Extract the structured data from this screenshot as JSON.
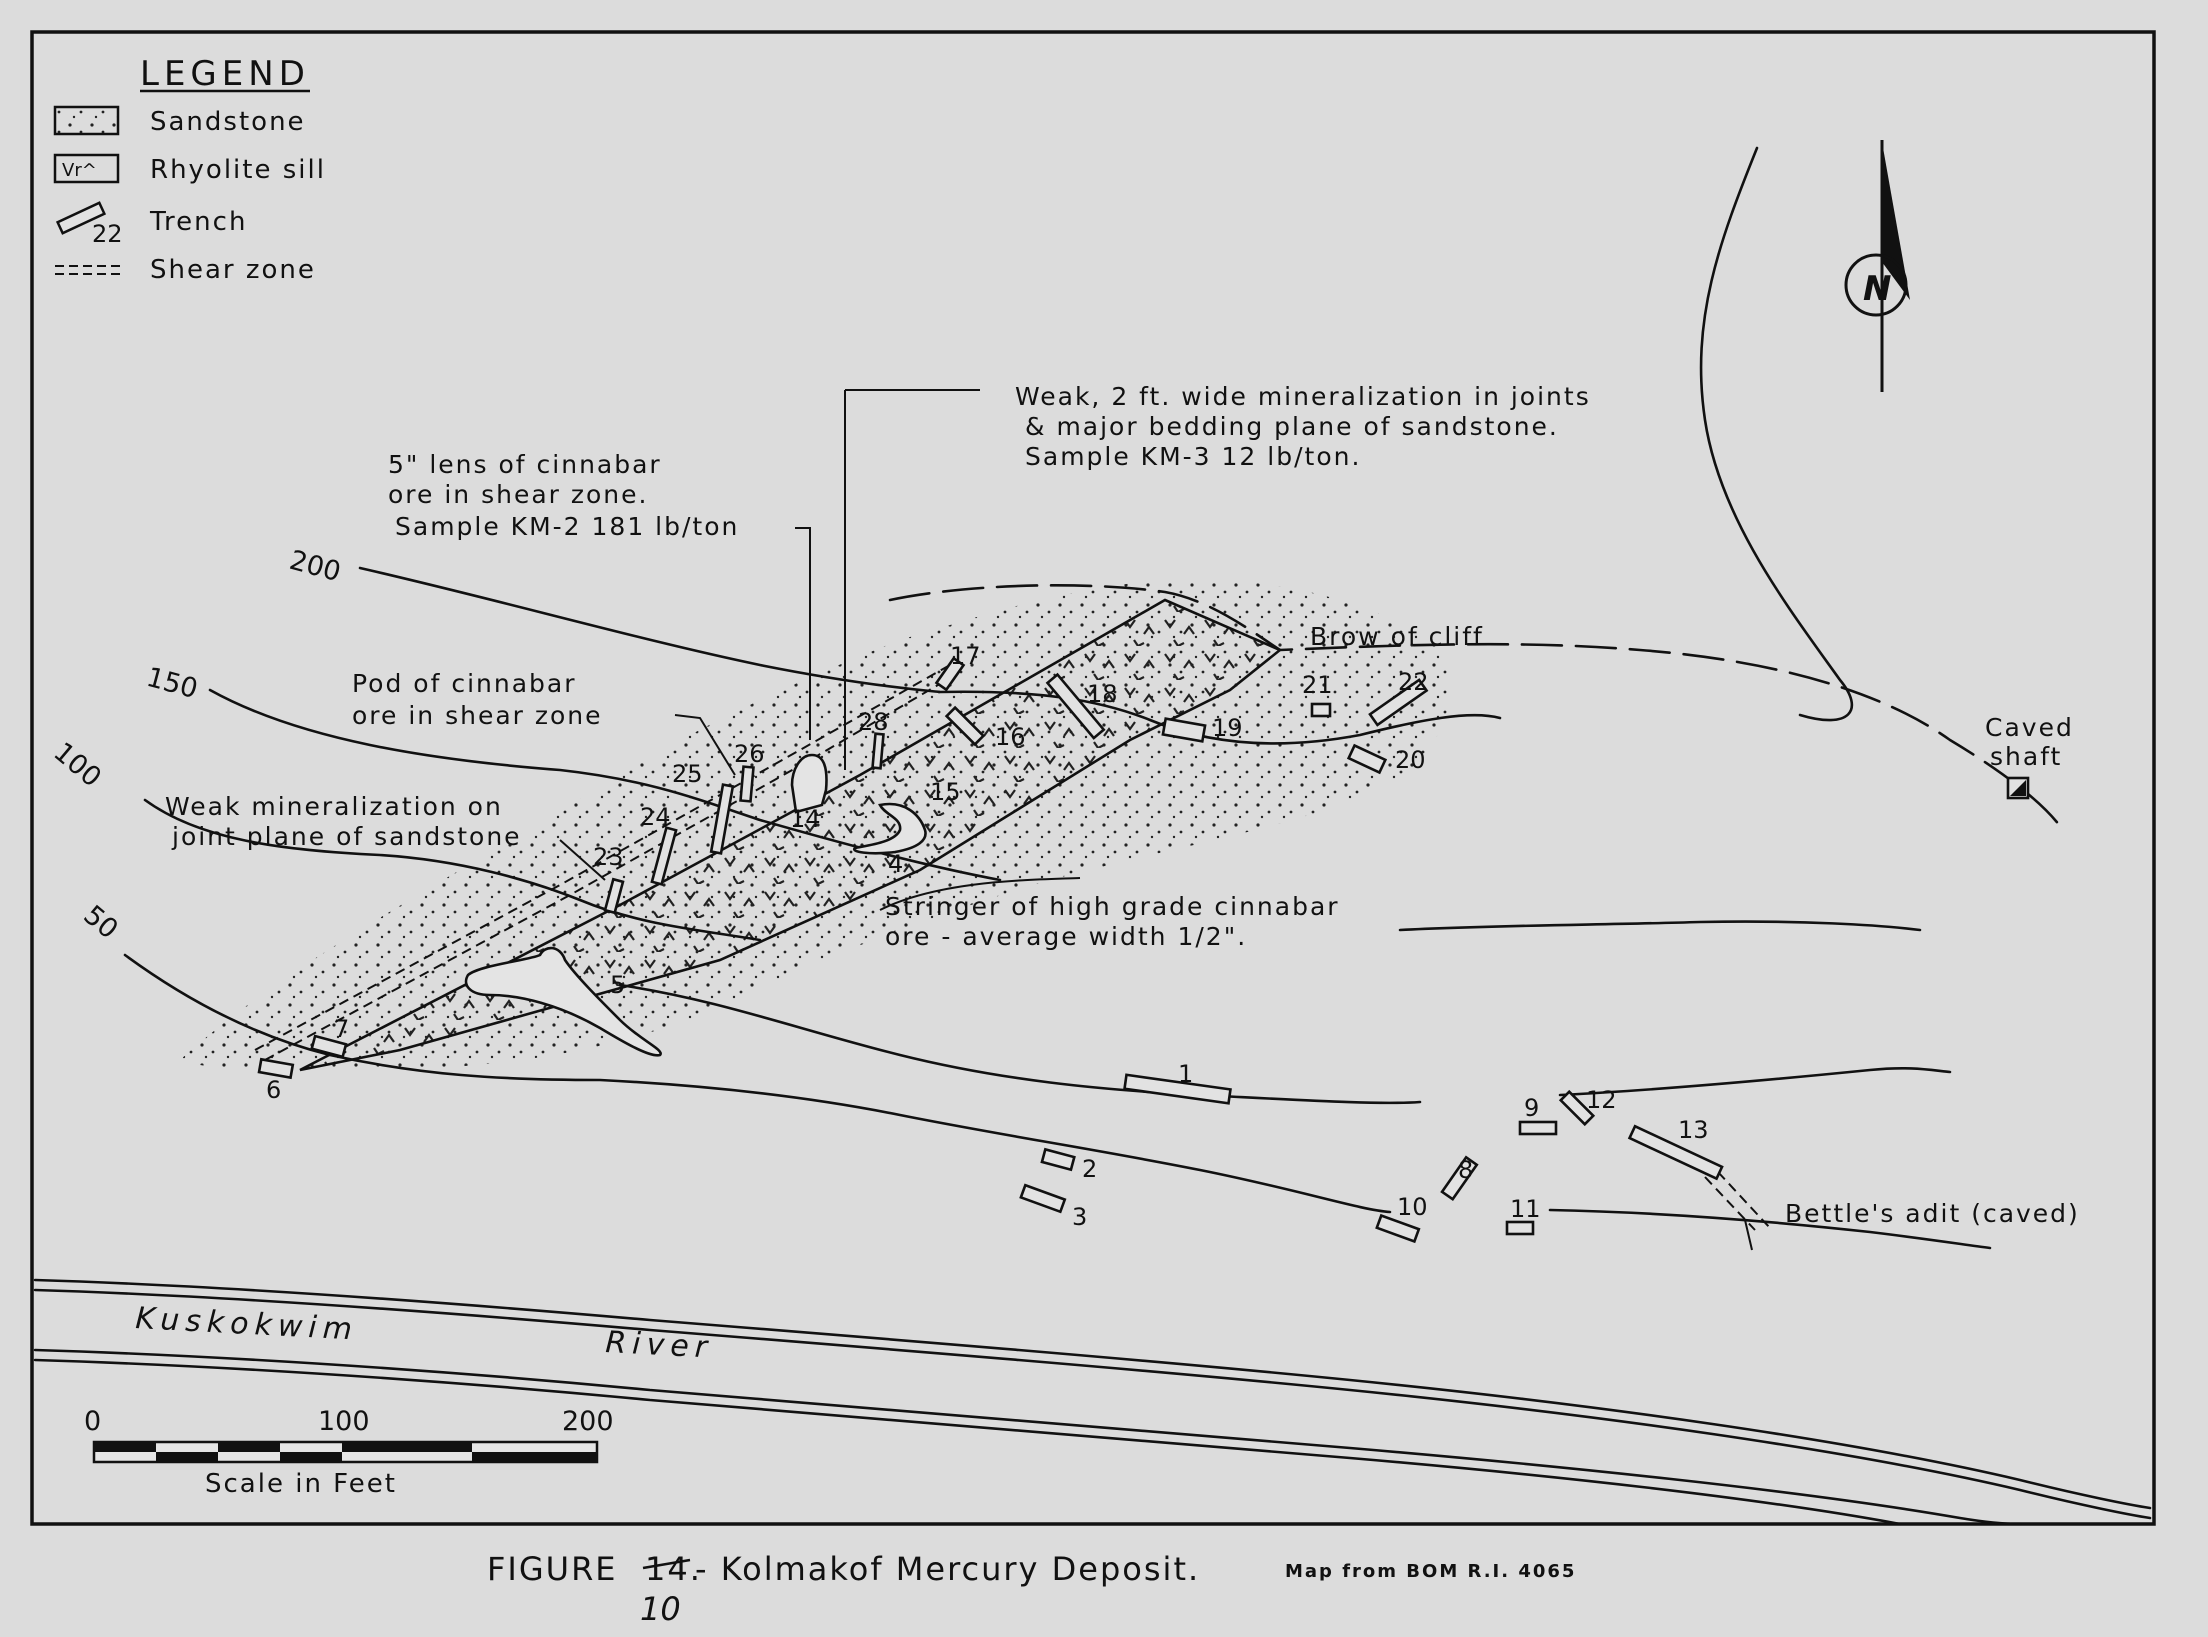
{
  "legend": {
    "title": "LEGEND",
    "items": [
      {
        "key": "sandstone",
        "label": "Sandstone"
      },
      {
        "key": "rhyolite",
        "label": "Rhyolite  sill",
        "symbol_text": "Vr^"
      },
      {
        "key": "trench",
        "label": "Trench",
        "symbol_text": "22"
      },
      {
        "key": "shear",
        "label": "Shear  zone"
      }
    ]
  },
  "north_arrow": {
    "label": "N"
  },
  "annotations": {
    "weak_2ft": [
      "Weak, 2 ft. wide mineralization in joints",
      "& major bedding plane of sandstone.",
      "Sample  KM-3   12 lb/ton."
    ],
    "lens": [
      "5\" lens  of  cinnabar",
      "ore  in  shear zone.",
      "Sample KM-2   181 lb/ton"
    ],
    "pod": [
      "Pod  of  cinnabar",
      "ore  in  shear zone"
    ],
    "weak_joint": [
      "Weak  mineralization  on",
      "joint plane of sandstone"
    ],
    "stringer": [
      "Stringer of high grade cinnabar",
      "ore - average  width  1/2\"."
    ],
    "brow": "Brow   of   cliff",
    "caved_shaft": [
      "Caved",
      "shaft"
    ],
    "bettles": "Bettle's     adit (caved)"
  },
  "contours": [
    "200",
    "150",
    "100",
    "50"
  ],
  "river": {
    "word1": "Kuskokwim",
    "word2": "River"
  },
  "scale": {
    "ticks": [
      "0",
      "100",
      "200"
    ],
    "label": "Scale   in   Feet"
  },
  "caption": {
    "prefix": "FIGURE",
    "struck": "14.",
    "title": "- Kolmakof   Mercury   Deposit.",
    "source": "Map  from  BOM  R.I.  4065",
    "handwritten": "10"
  },
  "trench_labels": [
    "1",
    "2",
    "3",
    "4",
    "5",
    "6",
    "7",
    "8",
    "9",
    "10",
    "11",
    "12",
    "13",
    "14",
    "15",
    "16",
    "17",
    "18",
    "19",
    "20",
    "21",
    "22",
    "23",
    "24",
    "25",
    "26",
    "28"
  ]
}
